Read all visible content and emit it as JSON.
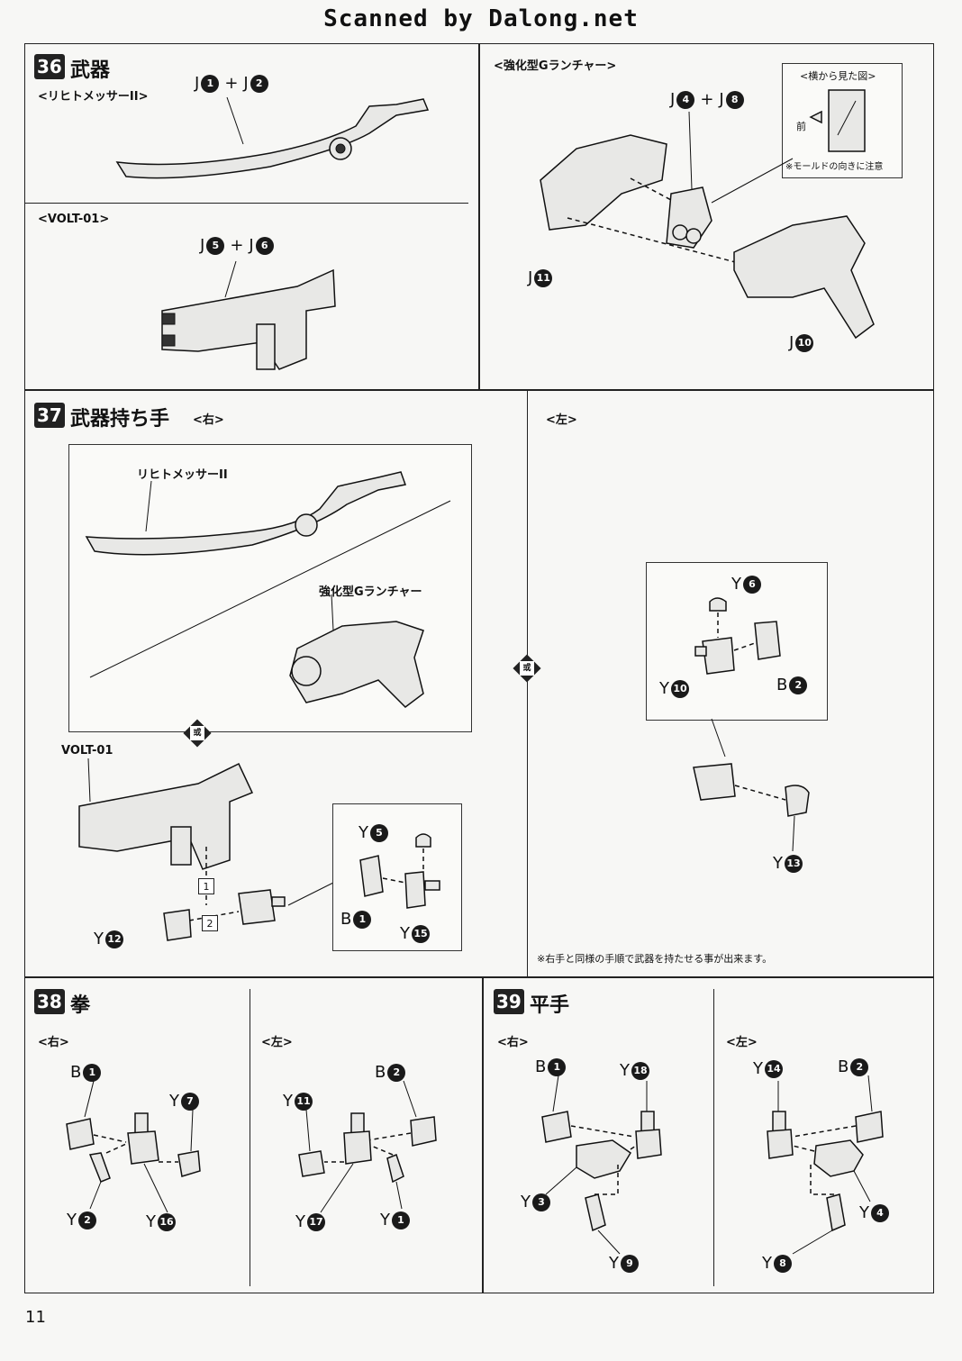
{
  "header": "Scanned by Dalong.net",
  "page_number": "11",
  "step36": {
    "num": "36",
    "title": "武器",
    "rihito": "<リヒトメッサーII>",
    "rihito_parts": [
      "J",
      "1",
      "+",
      "J",
      "2"
    ],
    "volt": "<VOLT-01>",
    "volt_parts": [
      "J",
      "5",
      "+",
      "J",
      "6"
    ],
    "launcher": "<強化型Gランチャー>",
    "launcher_parts": [
      "J",
      "4",
      "+",
      "J",
      "8"
    ],
    "side_view_title": "<横から見た図>",
    "front_label": "前",
    "mold_note": "※モールドの向きに注意",
    "j11": "11",
    "j10": "10"
  },
  "step37": {
    "num": "37",
    "title": "武器持ち手",
    "right": "<右>",
    "left": "<左>",
    "rihito_label": "リヒトメッサーII",
    "launcher_label": "強化型Gランチャー",
    "volt_label": "VOLT-01",
    "diamond": "或",
    "y5": "5",
    "b1": "1",
    "y15": "15",
    "y12": "12",
    "step1": "1",
    "step2": "2",
    "y6": "6",
    "y10": "10",
    "b2": "2",
    "y13": "13",
    "note": "※右手と同様の手順で武器を持たせる事が出来ます。"
  },
  "step38": {
    "num": "38",
    "title": "拳",
    "right": "<右>",
    "left": "<左>",
    "r": {
      "b": "1",
      "y7": "7",
      "y2": "2",
      "y16": "16"
    },
    "l": {
      "b": "2",
      "y11": "11",
      "y17": "17",
      "y1": "1"
    }
  },
  "step39": {
    "num": "39",
    "title": "平手",
    "right": "<右>",
    "left": "<左>",
    "r": {
      "b": "1",
      "y18": "18",
      "y3": "3",
      "y9": "9"
    },
    "l": {
      "y14": "14",
      "b": "2",
      "y4": "4",
      "y8": "8"
    }
  },
  "letters": {
    "J": "J",
    "Y": "Y",
    "B": "B",
    "plus": "+"
  }
}
